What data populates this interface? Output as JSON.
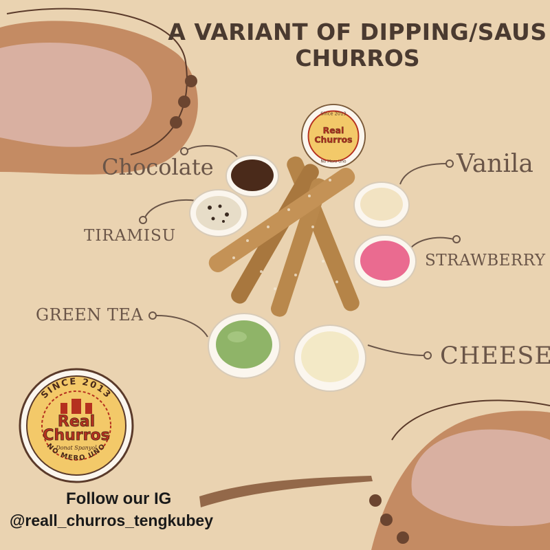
{
  "title": {
    "line1": "A VARIANT OF DIPPING/SAUS",
    "line2": "CHURROS"
  },
  "flavors": {
    "chocolate": "Chocolate",
    "vanila": "Vanila",
    "tiramisu": "TIRAMISU",
    "strawberry": "STRAWBERRY",
    "green_tea": "GREEN TEA",
    "cheese": "CHEESE"
  },
  "logo": {
    "since": "SINCE 2013",
    "brand_line1": "Real",
    "brand_line2": "Churros",
    "tagline": "Donat Spanyol",
    "motto": "NO MERO UNO"
  },
  "logo_small": {
    "since": "Since 2013",
    "brand_line1": "Real",
    "brand_line2": "Churros",
    "motto": "No Mero Uno"
  },
  "follow": {
    "label": "Follow our IG",
    "handle": "@reall_churros_tengkubey"
  },
  "colors": {
    "background": "#ead3b1",
    "blob_dark": "#c48b63",
    "blob_pink": "#d9b0a1",
    "dot": "#6b4530",
    "text": "#6a5548",
    "title": "#4a3a30",
    "logo_bg": "#f3c969",
    "logo_ring": "#b5301f"
  }
}
